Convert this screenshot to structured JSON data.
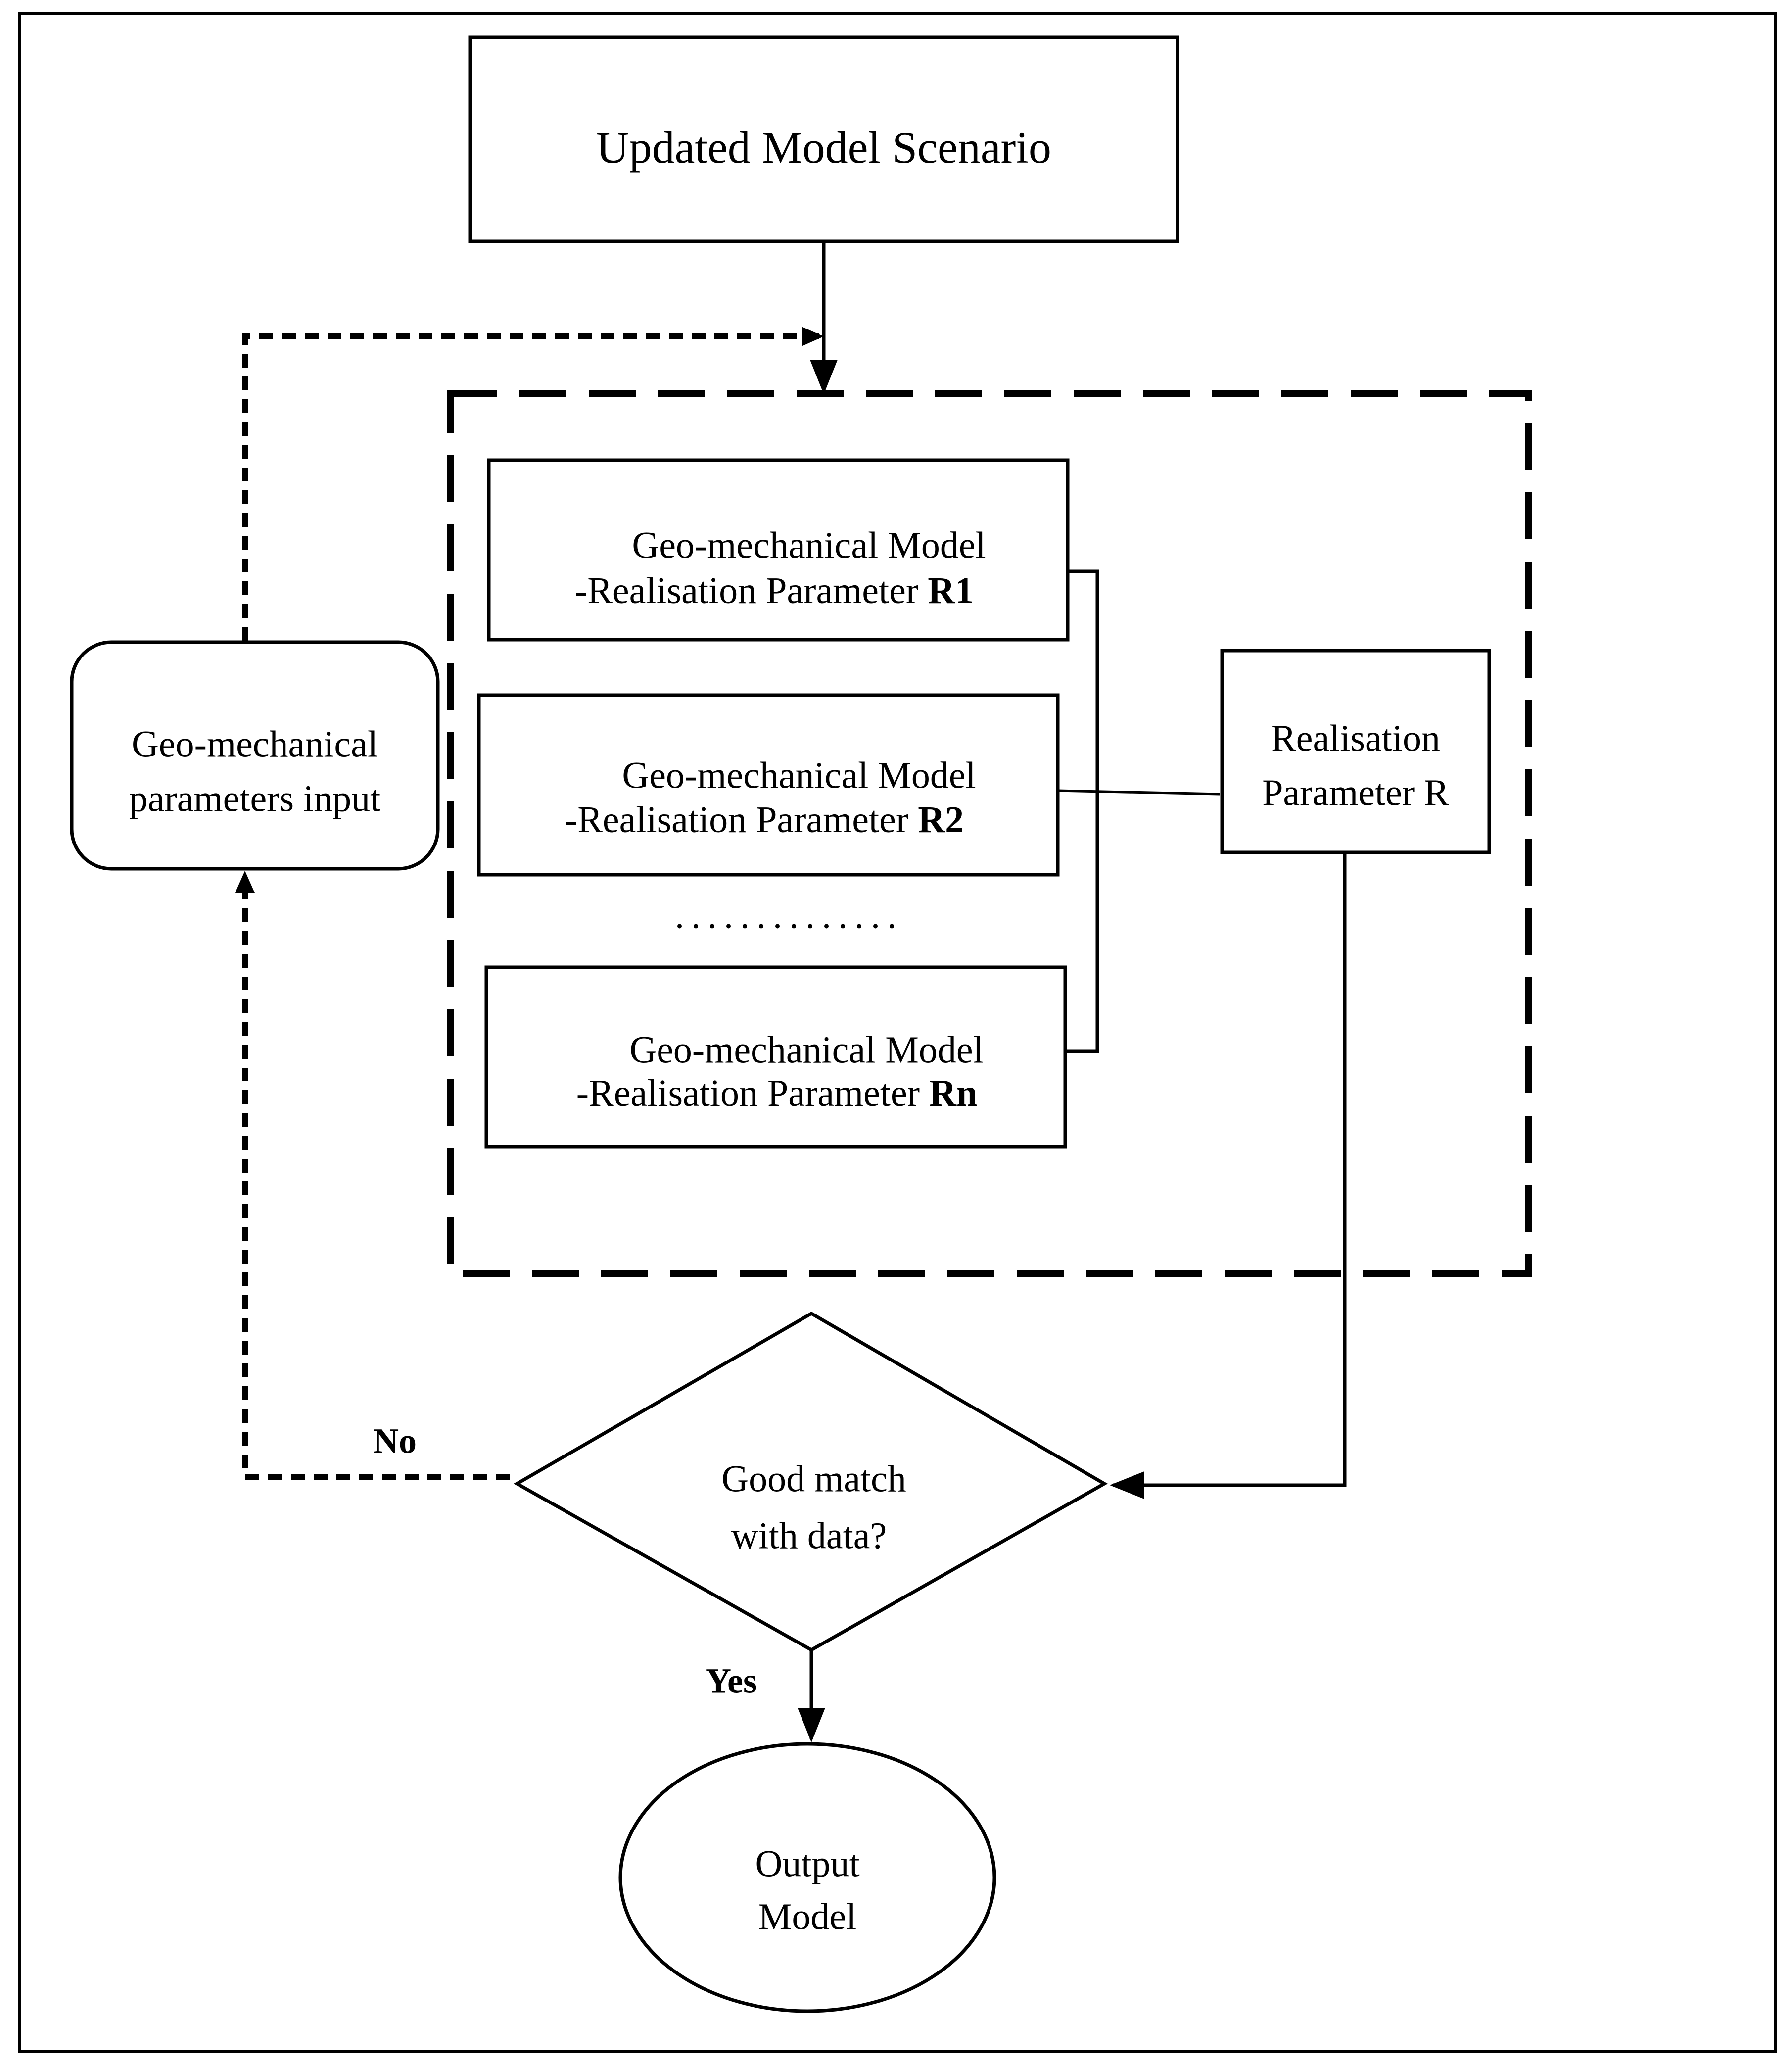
{
  "diagram": {
    "top_box": {
      "label": "Updated Model Scenario"
    },
    "input_box": {
      "line1": "Geo-mechanical",
      "line2": "parameters input"
    },
    "realisations": [
      {
        "line1": "Geo-mechanical Model",
        "line2_prefix": "-Realisation Parameter ",
        "line2_bold": "R1"
      },
      {
        "line1": "Geo-mechanical Model",
        "line2_prefix": "-Realisation Parameter ",
        "line2_bold": "R2"
      },
      {
        "line1": "Geo-mechanical Model",
        "line2_prefix": "-Realisation Parameter ",
        "line2_bold": "Rn"
      }
    ],
    "ellipsis": "..............",
    "param_box": {
      "line1": "Realisation",
      "line2": "Parameter R"
    },
    "decision": {
      "line1": "Good match",
      "line2": "with data?"
    },
    "no_label": "No",
    "yes_label": "Yes",
    "output": {
      "line1": "Output",
      "line2": "Model"
    }
  }
}
